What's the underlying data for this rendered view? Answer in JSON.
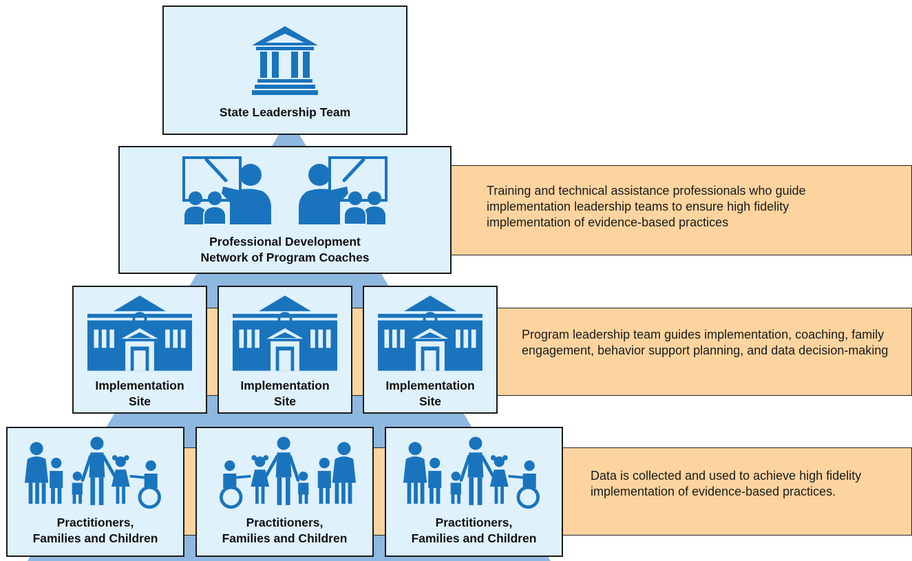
{
  "colors": {
    "icon_blue": "#1a74bd",
    "box_fill": "#dff1fb",
    "triangle_fill": "#8eb8df",
    "band_fill": "#fdd49f"
  },
  "tiers": {
    "state": {
      "label": "State Leadership Team",
      "icon": "government-building-icon"
    },
    "coaches": {
      "label_line1": "Professional Development",
      "label_line2": "Network of Program Coaches",
      "icon": "teacher-presentation-icon",
      "description": "Training and technical assistance professionals who guide implementation leadership teams to ensure high fidelity implementation of evidence-based practices"
    },
    "sites": {
      "icon": "school-building-icon",
      "boxes": [
        {
          "line1": "Implementation",
          "line2": "Site"
        },
        {
          "line1": "Implementation",
          "line2": "Site"
        },
        {
          "line1": "Implementation",
          "line2": "Site"
        }
      ],
      "description": "Program leadership team guides implementation, coaching, family engagement, behavior support planning, and data decision-making"
    },
    "practitioners": {
      "icon": "family-group-icon",
      "boxes": [
        {
          "line1": "Practitioners,",
          "line2": "Families and Children"
        },
        {
          "line1": "Practitioners,",
          "line2": "Families and Children"
        },
        {
          "line1": "Practitioners,",
          "line2": "Families and Children"
        }
      ],
      "description": "Data is collected and used to achieve high fidelity implementation of evidence-based practices."
    }
  }
}
